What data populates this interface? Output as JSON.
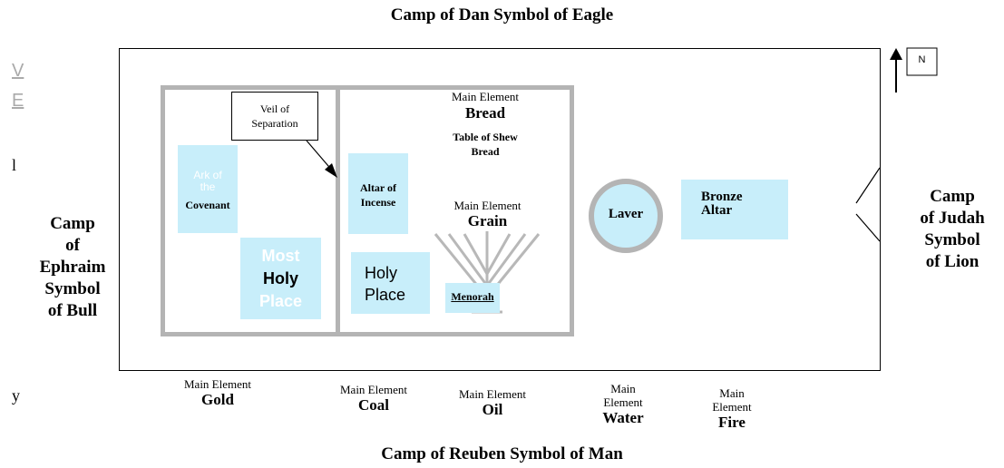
{
  "camps": {
    "north": "Camp of Dan Symbol of Eagle",
    "south": "Camp of Reuben Symbol of Man",
    "west_lines": [
      "Camp",
      "of",
      "Ephraim",
      "Symbol",
      "of Bull"
    ],
    "east_lines": [
      "Camp",
      "of Judah",
      "Symbol",
      "of Lion"
    ]
  },
  "compass": {
    "label": "N"
  },
  "left_fragments": [
    "V",
    "E",
    "l",
    "y"
  ],
  "veil": {
    "lines": [
      "Veil of",
      "Separation"
    ]
  },
  "holy_of_holies": {
    "ark_lines": [
      "Ark of",
      "the"
    ],
    "ark_last": "Covenant",
    "most": "Most",
    "holy": "Holy",
    "place": "Place"
  },
  "holy_place": {
    "main1_label": "Main Element",
    "main1_value": "Bread",
    "table_lines": [
      "Table of Shew",
      "Bread"
    ],
    "main2_label": "Main Element",
    "main2_value": "Grain",
    "altar_incense": [
      "Altar of",
      "Incense"
    ],
    "holy_place_lines": [
      "Holy",
      "Place"
    ],
    "menorah": "Menorah"
  },
  "court": {
    "laver": "Laver",
    "bronze_altar": [
      "Bronze",
      "Altar"
    ]
  },
  "main_elements": [
    {
      "label": "Main Element",
      "value": "Gold"
    },
    {
      "label": "Main Element",
      "value": "Coal"
    },
    {
      "label": "Main Element",
      "value": "Oil"
    },
    {
      "label_lines": [
        "Main",
        "Element"
      ],
      "value": "Water"
    },
    {
      "label_lines": [
        "Main",
        "Element"
      ],
      "value": "Fire"
    }
  ],
  "colors": {
    "box_fill": "#c8eefa",
    "wall_gray": "#b4b4b4",
    "menorah_gray": "#b8b8b8"
  }
}
